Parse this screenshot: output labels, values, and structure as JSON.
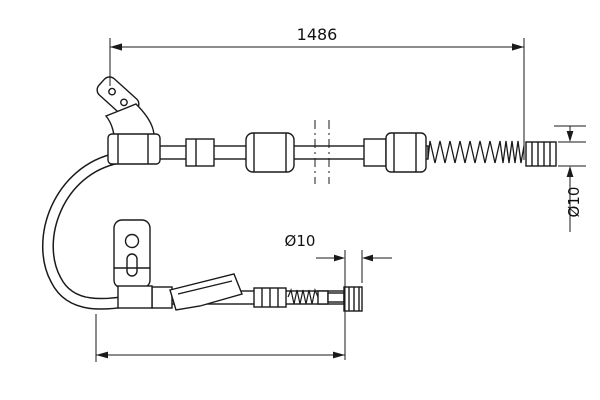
{
  "diagram": {
    "dimension_labels": {
      "overall_length": "1486",
      "right_end_diameter": "Ø10",
      "lower_end_diameter": "Ø10"
    },
    "colors": {
      "line": "#1a1a1a",
      "background": "#ffffff"
    }
  }
}
